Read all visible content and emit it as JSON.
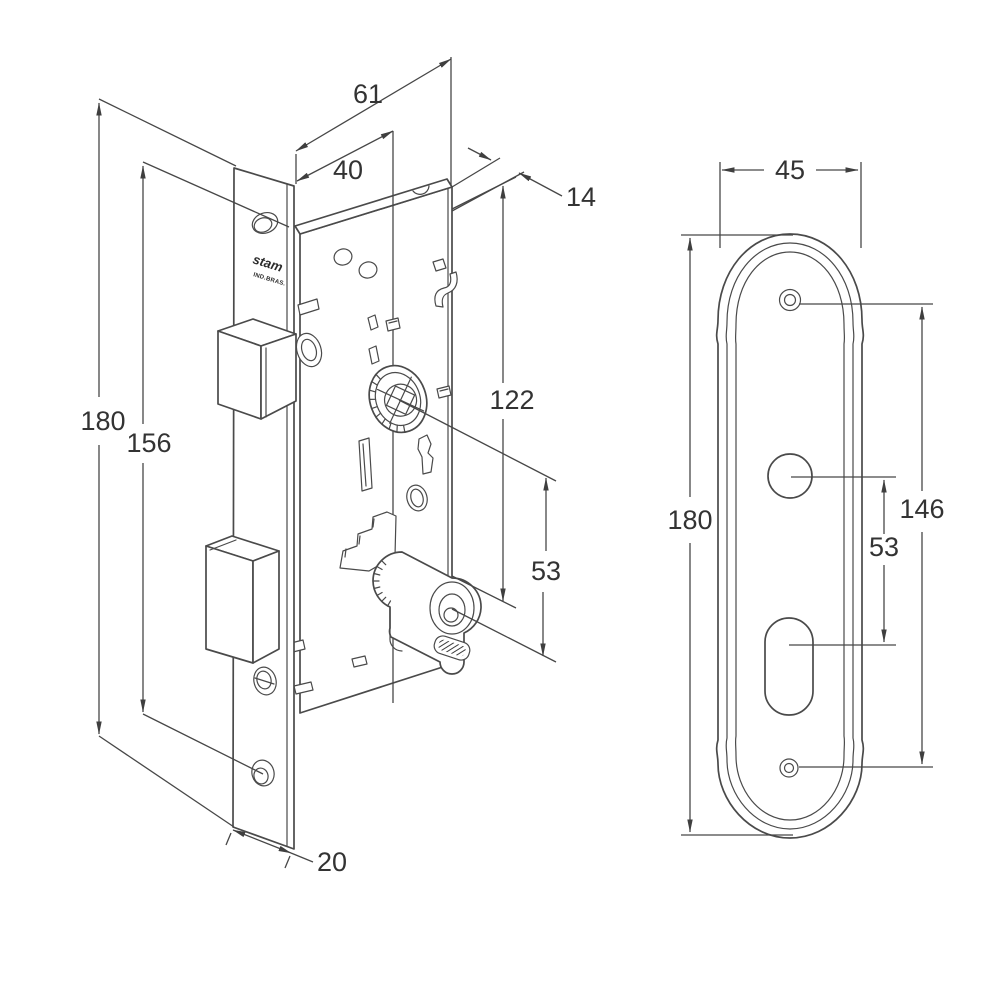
{
  "drawing": {
    "background": "#ffffff",
    "line_color": "#4a4a4a",
    "text_color": "#333333"
  },
  "lock_dims": {
    "total_depth": "61",
    "case_depth": "40",
    "top_offset": "14",
    "faceplate_height": "180",
    "screw_spacing": "156",
    "case_height": "122",
    "hub_to_cylinder": "53",
    "faceplate_width": "20"
  },
  "plate_dims": {
    "width": "45",
    "height": "180",
    "screw_spacing": "146",
    "handle_to_keyhole": "53"
  },
  "logo": {
    "brand": "stam",
    "subtext": "IND.BRAS."
  }
}
